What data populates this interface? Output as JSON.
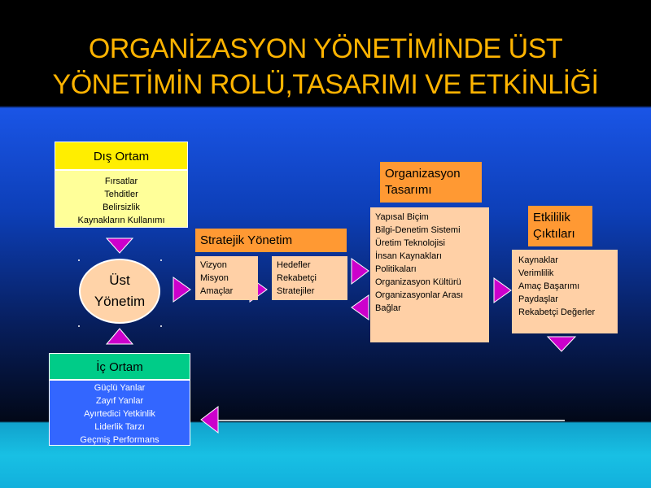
{
  "title": {
    "line1": "ORGANİZASYON YÖNETİMİNDE ÜST",
    "line2": "YÖNETİMİN ROLÜ,TASARIMI VE ETKİNLİĞİ"
  },
  "dis_ortam": {
    "header": "Dış Ortam",
    "items": [
      "Fırsatlar",
      "Tehditler",
      "Belirsizlik",
      "Kaynakların Kullanımı"
    ]
  },
  "ust_yonetim": {
    "line1": "Üst",
    "line2": "Yönetim"
  },
  "ic_ortam": {
    "header": "İç Ortam",
    "items": [
      "Güçlü Yanlar",
      "Zayıf Yanlar",
      "Ayırtedici Yetkinlik",
      "Liderlik Tarzı",
      "Geçmiş Performans"
    ]
  },
  "stratejik_yonetim": {
    "header": "Stratejik Yönetim",
    "left_items": [
      "Vizyon",
      "Misyon",
      "Amaçlar"
    ],
    "right_items": [
      "Hedefler",
      "Rekabetçi",
      "Stratejiler"
    ]
  },
  "organizasyon_tasarimi": {
    "header_line1": "Organizasyon",
    "header_line2": "Tasarımı",
    "items": [
      "Yapısal Biçim",
      "Bilgi-Denetim Sistemi",
      "Üretim Teknolojisi",
      "İnsan Kaynakları",
      "Politikaları",
      "Organizasyon Kültürü",
      "Organizasyonlar Arası",
      "Bağlar"
    ]
  },
  "etkililik": {
    "header_line1": "Etkililik",
    "header_line2": "Çıktıları",
    "items": [
      "Kaynaklar",
      "Verimlilik",
      "Amaç Başarımı",
      "Paydaşlar",
      "Rekabetçi Değerler"
    ]
  },
  "colors": {
    "title": "#ffb400",
    "arrow": "#cc00cc",
    "orange_header": "#ff9933",
    "peach_box": "#ffd0a6",
    "yellow_header": "#ffee00",
    "yellow_body": "#ffff99",
    "green_header": "#00cc88",
    "blue_body": "#3366ff"
  }
}
